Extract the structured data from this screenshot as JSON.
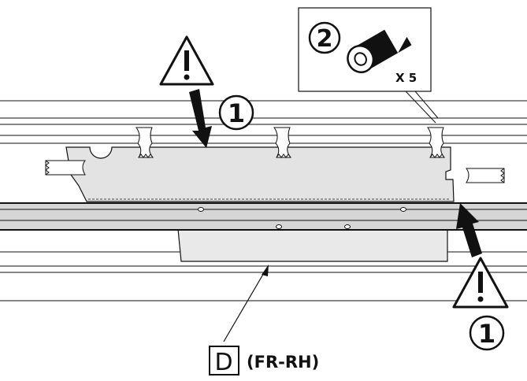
{
  "callouts": {
    "step_1": "1",
    "step_2": "2",
    "step_1_bottom": "1"
  },
  "tape_quantity": "X 5",
  "part_letter": "D",
  "part_position": "(FR-RH)",
  "colors": {
    "line": "#111111",
    "panel_fill": "#e3e3e3",
    "panel_fill_light": "#e9e9e9",
    "rail_fill": "#d6d6d6",
    "tape_fill": "#ffffff",
    "warning_fill": "#ffffff"
  },
  "icons": [
    "warning-triangle-icon",
    "warning-triangle-icon",
    "tape-roll-icon",
    "pointing-arrow-icon"
  ]
}
